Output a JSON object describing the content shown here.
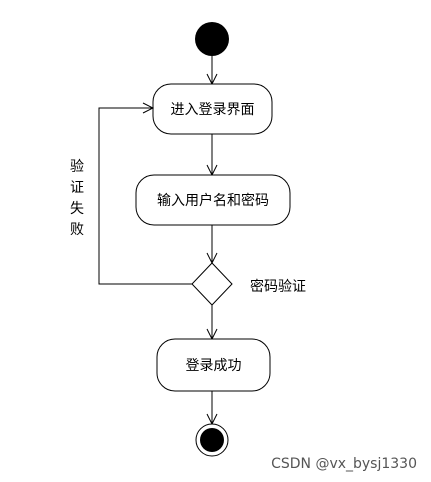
{
  "diagram": {
    "nodes": {
      "enter_login": "进入登录界面",
      "input_credentials": "输入用户名和密码",
      "login_success": "登录成功"
    },
    "decision_label": "密码验证",
    "fail_label": [
      "验",
      "证",
      "失",
      "败"
    ]
  },
  "watermark": "CSDN @vx_bysj1330",
  "colors": {
    "stroke": "#000000",
    "node_fill": "#ffffff",
    "start_fill": "#000000"
  }
}
